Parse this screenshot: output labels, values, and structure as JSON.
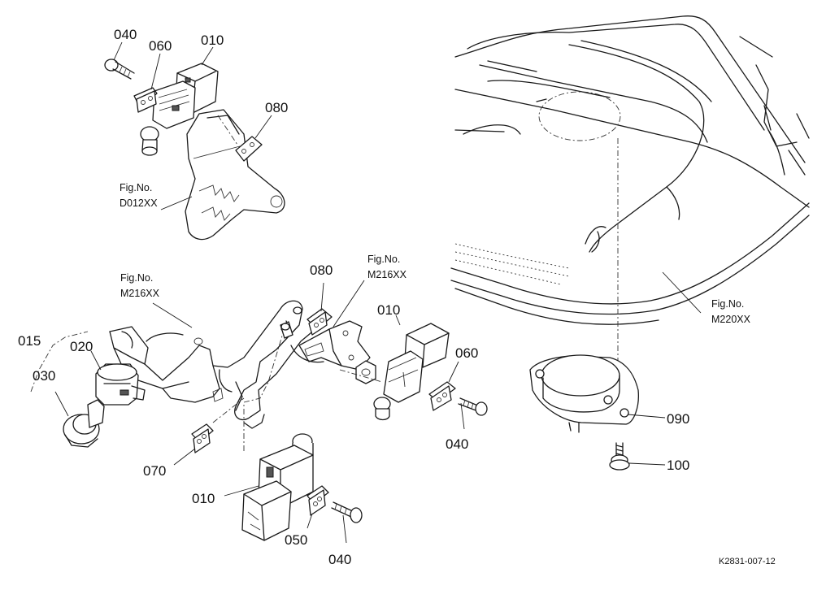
{
  "diagram": {
    "drawing_ref": "K2831-007-12",
    "part_labels": {
      "p040_a": "040",
      "p060_a": "060",
      "p010_a": "010",
      "p080_a": "080",
      "p080_b": "080",
      "p010_b": "010",
      "p060_b": "060",
      "p040_b": "040",
      "p015": "015",
      "p020": "020",
      "p030": "030",
      "p070": "070",
      "p010_c": "010",
      "p050": "050",
      "p040_c": "040",
      "p090": "090",
      "p100": "100"
    },
    "figure_refs": {
      "d012": {
        "line1": "Fig.No.",
        "line2": "D012XX"
      },
      "m216_left": {
        "line1": "Fig.No.",
        "line2": "M216XX"
      },
      "m216_right": {
        "line1": "Fig.No.",
        "line2": "M216XX"
      },
      "m220": {
        "line1": "Fig.No.",
        "line2": "M220XX"
      }
    }
  }
}
